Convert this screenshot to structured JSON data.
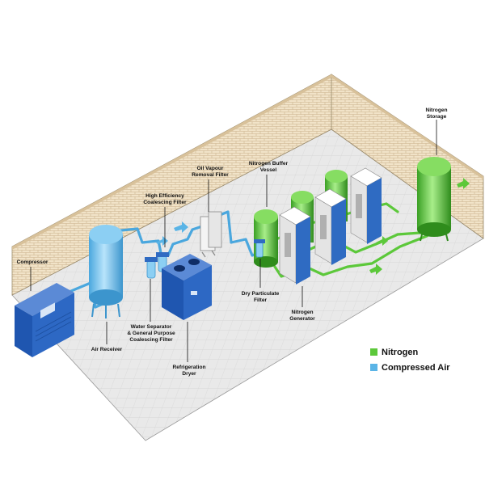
{
  "labels": {
    "compressor": "Compressor",
    "air_receiver": "Air Receiver",
    "water_separator_l1": "Water Separator",
    "water_separator_l2": "& General Purpose",
    "water_separator_l3": "Coalescing Filter",
    "high_efficiency_l1": "High Efficiency",
    "high_efficiency_l2": "Coalescing Filter",
    "oil_vapour_l1": "Oil Vapour",
    "oil_vapour_l2": "Removal Filter",
    "refrigeration_l1": "Refrigeration",
    "refrigeration_l2": "Dryer",
    "buffer_l1": "Nitrogen Buffer",
    "buffer_l2": "Vessel",
    "dry_particulate_l1": "Dry Particulate",
    "dry_particulate_l2": "Filter",
    "generator_l1": "Nitrogen",
    "generator_l2": "Generator",
    "storage_l1": "Nitrogen",
    "storage_l2": "Storage"
  },
  "legend": [
    {
      "label": "Nitrogen",
      "color": "#5cc83a"
    },
    {
      "label": "Compressed Air",
      "color": "#5ab4e6"
    }
  ],
  "colors": {
    "nitrogen": "#5cc83a",
    "compressed_air": "#5ab4e6",
    "equipment_blue": "#2f6bc2",
    "brick_wall": "#f0e2c6",
    "floor": "#e8e8e8"
  }
}
